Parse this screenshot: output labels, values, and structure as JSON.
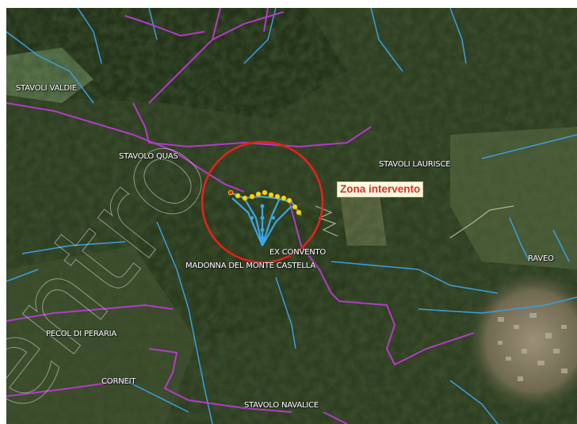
{
  "map": {
    "labels": {
      "stavoli_valdie": "STAVOLI VALDIE",
      "stavolo_quas": "STAVOLO QUAS",
      "stavoli_laurisce": "STAVOLI LAURISCE",
      "ex_convento": "EX CONVENTO",
      "madonna": "MADONNA DEL MONTE CASTELLA",
      "raveo": "RAVEO",
      "pecol": "PECOL DI PERARIA",
      "corneit": "CORNEIT",
      "stavolo_navalice": "STAVOLO NAVALICE"
    },
    "zona_label": "Zona intervento",
    "colors": {
      "forest": "#2c3a20",
      "road": "#b23bc8",
      "stream": "#3a9fe0",
      "circle": "#e8201c",
      "marker": "#f6d80c",
      "zona_text": "#e32d1f"
    }
  }
}
